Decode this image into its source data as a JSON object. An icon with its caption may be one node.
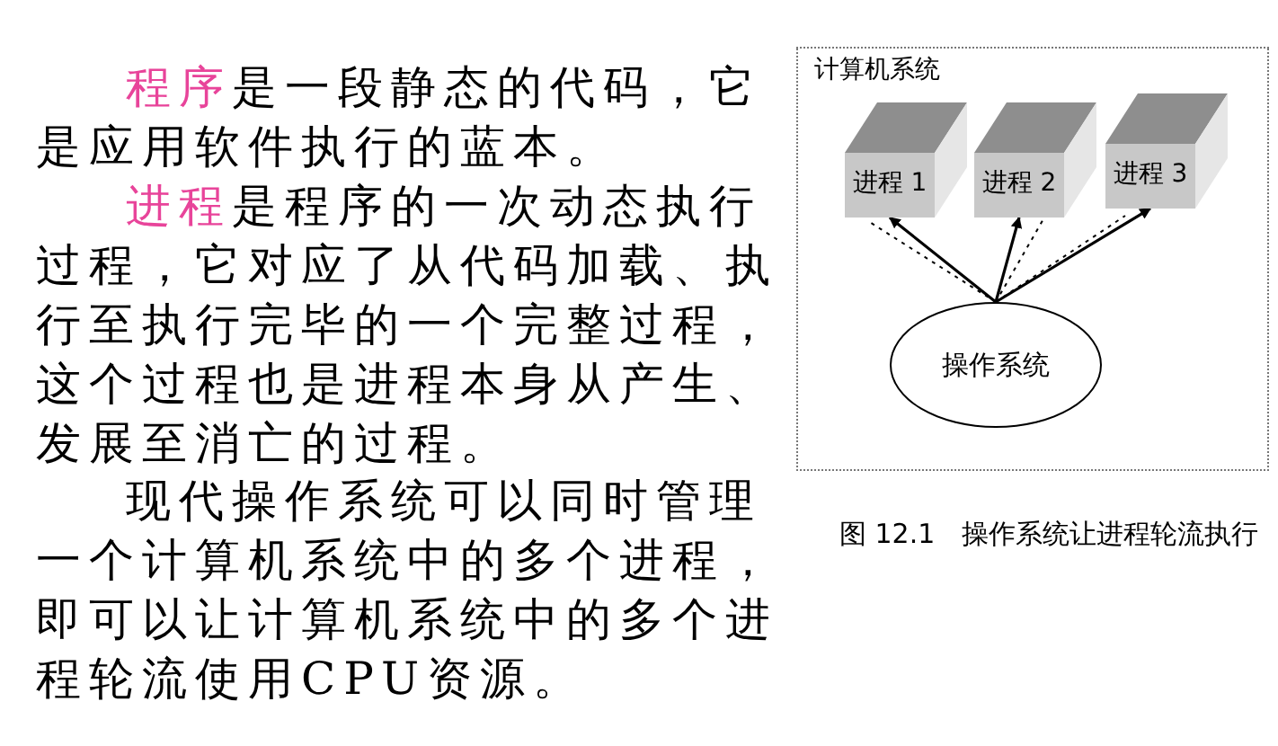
{
  "diagram": {
    "caption": "图 12.1　操作系统让进程轮流执行",
    "nodes": [
      {
        "text": [
          "计算机系统"
        ]
      },
      {
        "text": [
          "进程 1"
        ],
        "in": 0
      },
      {
        "text": [
          "进程 2"
        ],
        "in": 0
      },
      {
        "text": [
          "进程 3"
        ],
        "in": 0
      },
      {
        "text": [
          "操作系统"
        ],
        "in": 0
      }
    ],
    "edges": [
      {
        "from": 4,
        "to": 1,
        "arrow": "to"
      },
      {
        "from": 4,
        "to": 2,
        "arrow": "to"
      },
      {
        "from": 4,
        "to": 3,
        "arrow": "to"
      },
      {
        "from": 4,
        "to": 1,
        "arrow": "none",
        "style": "dashed"
      },
      {
        "from": 4,
        "to": 2,
        "arrow": "none",
        "style": "dashed"
      },
      {
        "from": 4,
        "to": 3,
        "arrow": "none",
        "style": "dashed"
      }
    ],
    "labels": [
      "**程序**是一段静态的代码，它是应用软件执行的蓝本。",
      "**进程**是程序的一次动态执行过程，它对应了从代码加载、执行至执行完毕的一个完整过程，这个过程也是进程本身从产生、发展至消亡的过程。",
      "现代操作系统可以同时管理一个计算机系统中的多个进程，即可以让计算机系统中的多个进程轮流使用CPU资源。"
    ]
  }
}
